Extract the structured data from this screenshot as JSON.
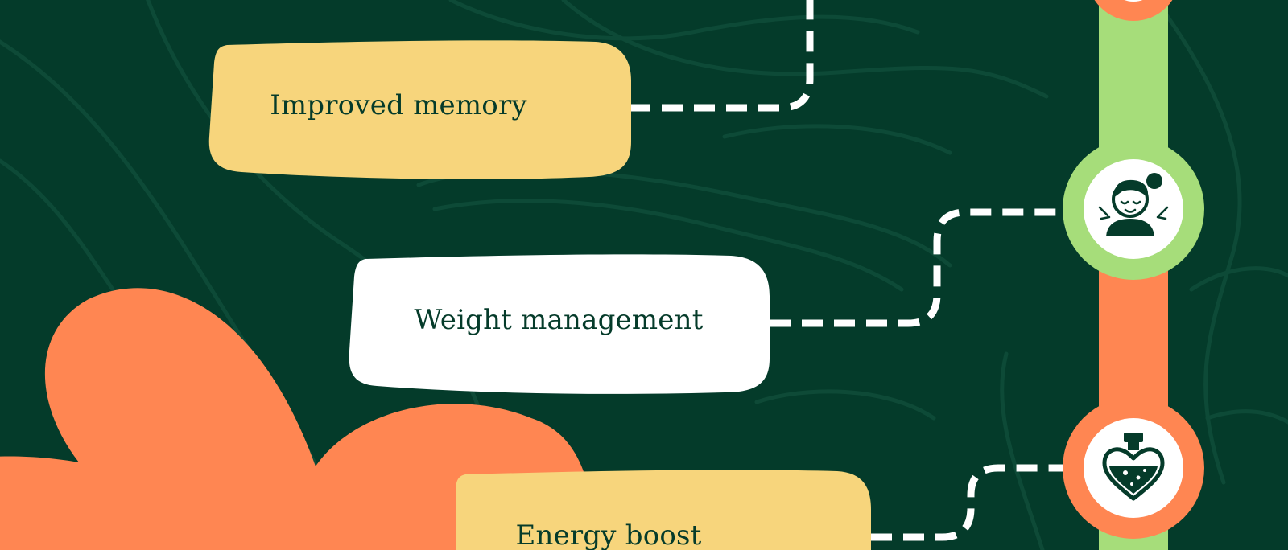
{
  "diagram": {
    "colors": {
      "background": "#043b2a",
      "contour_lines": "#0f4c39",
      "track_green": "#a6dd7a",
      "track_orange": "#ff8652",
      "card_yellow": "#f7d57c",
      "card_white": "#ffffff",
      "text_dark": "#053b2a",
      "connector": "#ffffff"
    },
    "benefits": [
      {
        "label": "Improved memory",
        "card_color": "yellow"
      },
      {
        "label": "Weight management",
        "card_color": "white",
        "icon": "calm-person-icon",
        "node_ring": "green"
      },
      {
        "label": "Energy boost",
        "card_color": "yellow",
        "icon": "heart-potion-icon",
        "node_ring": "orange"
      }
    ]
  }
}
